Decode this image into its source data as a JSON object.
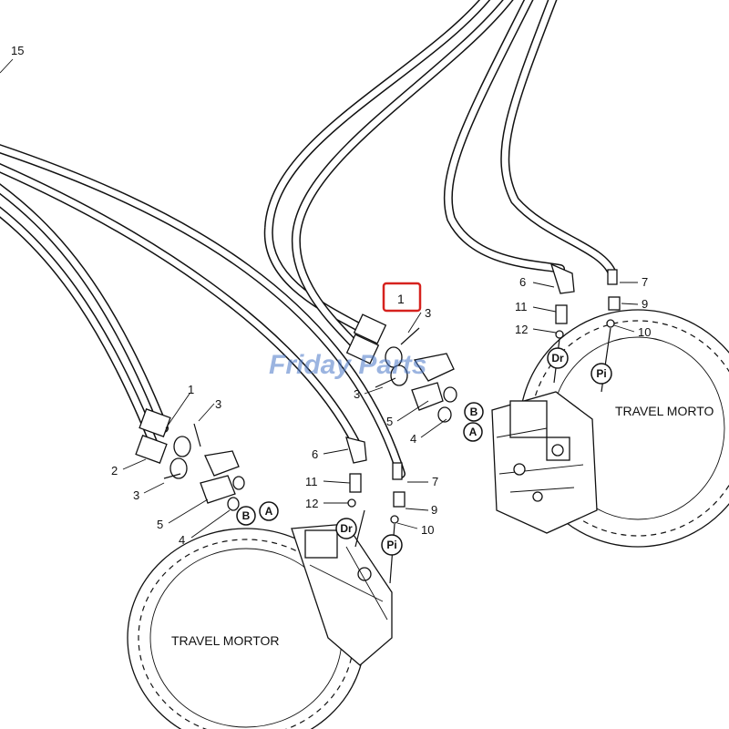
{
  "watermark": "Friday Parts",
  "highlight_color": "#d6221e",
  "callouts": {
    "n1_top": "1",
    "n1_left": "1",
    "n2": "2",
    "n3_top": "3",
    "n3_top2": "3",
    "n3_left": "3",
    "n3_left2": "3",
    "n4_mid": "4",
    "n4_left": "4",
    "n5_mid": "5",
    "n5_left": "5",
    "n6_right": "6",
    "n6_mid": "6",
    "n7_right": "7",
    "n7_mid": "7",
    "n9_right": "9",
    "n9_mid": "9",
    "n10_right": "10",
    "n10_mid": "10",
    "n11_right": "11",
    "n11_mid": "11",
    "n12_right": "12",
    "n12_mid": "12",
    "n15": "15"
  },
  "ports": {
    "b_mid": "B",
    "a_mid": "A",
    "b_left": "B",
    "a_left": "A",
    "dr_right": "Dr",
    "pi_right": "Pi",
    "dr_mid": "Dr",
    "pi_mid": "Pi"
  },
  "motor_labels": {
    "right": "TRAVEL MORTO",
    "left": "TRAVEL MORTOR"
  }
}
